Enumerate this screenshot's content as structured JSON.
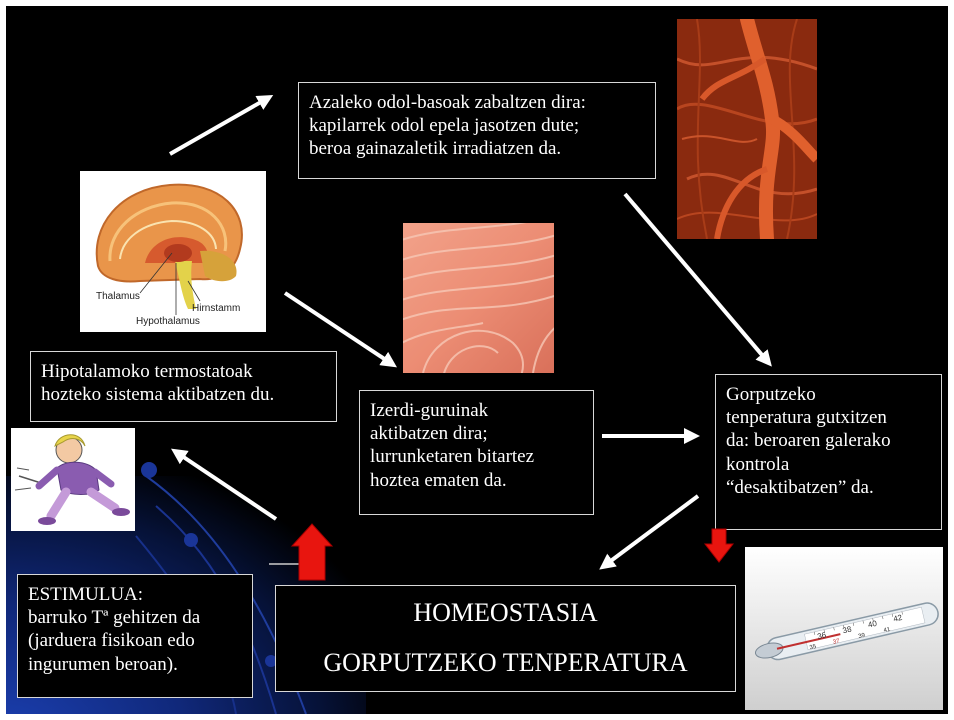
{
  "boxes": {
    "skin_vessels": "Azaleko odol-basoak zabaltzen dira:\nkapilarrek odol epela jasotzen dute;\nberoa gainazaletik irradiatzen da.",
    "hypothalamus": "Hipotalamoko termostatoak\nhozteko sistema aktibatzen du.",
    "sweat": "Izerdi-guruinak\naktibatzen dira;\nlurrunketaren bitartez\nhoztea ematen da.",
    "temperature_drop": "Gorputzeko\ntenperatura gutxitzen\nda: beroaren galerako\nkontrola\n“desaktibatzen” da.",
    "stimulus": "ESTIMULUA:\nbarruko Tª gehitzen da\n(jarduera fisikoan edo\ningurumen beroan)."
  },
  "title": {
    "line1": "HOMEOSTASIA",
    "line2": "GORPUTZEKO TENPERATURA"
  },
  "brain_labels": {
    "thalamus": "Thalamus",
    "hypothalamus": "Hypothalamus",
    "brainstem": "Hirnstamm"
  },
  "thermometer": {
    "scale": [
      "36",
      "38",
      "40",
      "42"
    ],
    "scale_lower": [
      "35",
      "37",
      "39",
      "41"
    ]
  },
  "colors": {
    "background": "#000000",
    "text": "#ffffff",
    "arrow_white": "#ffffff",
    "arrow_red": "#e8150f"
  }
}
